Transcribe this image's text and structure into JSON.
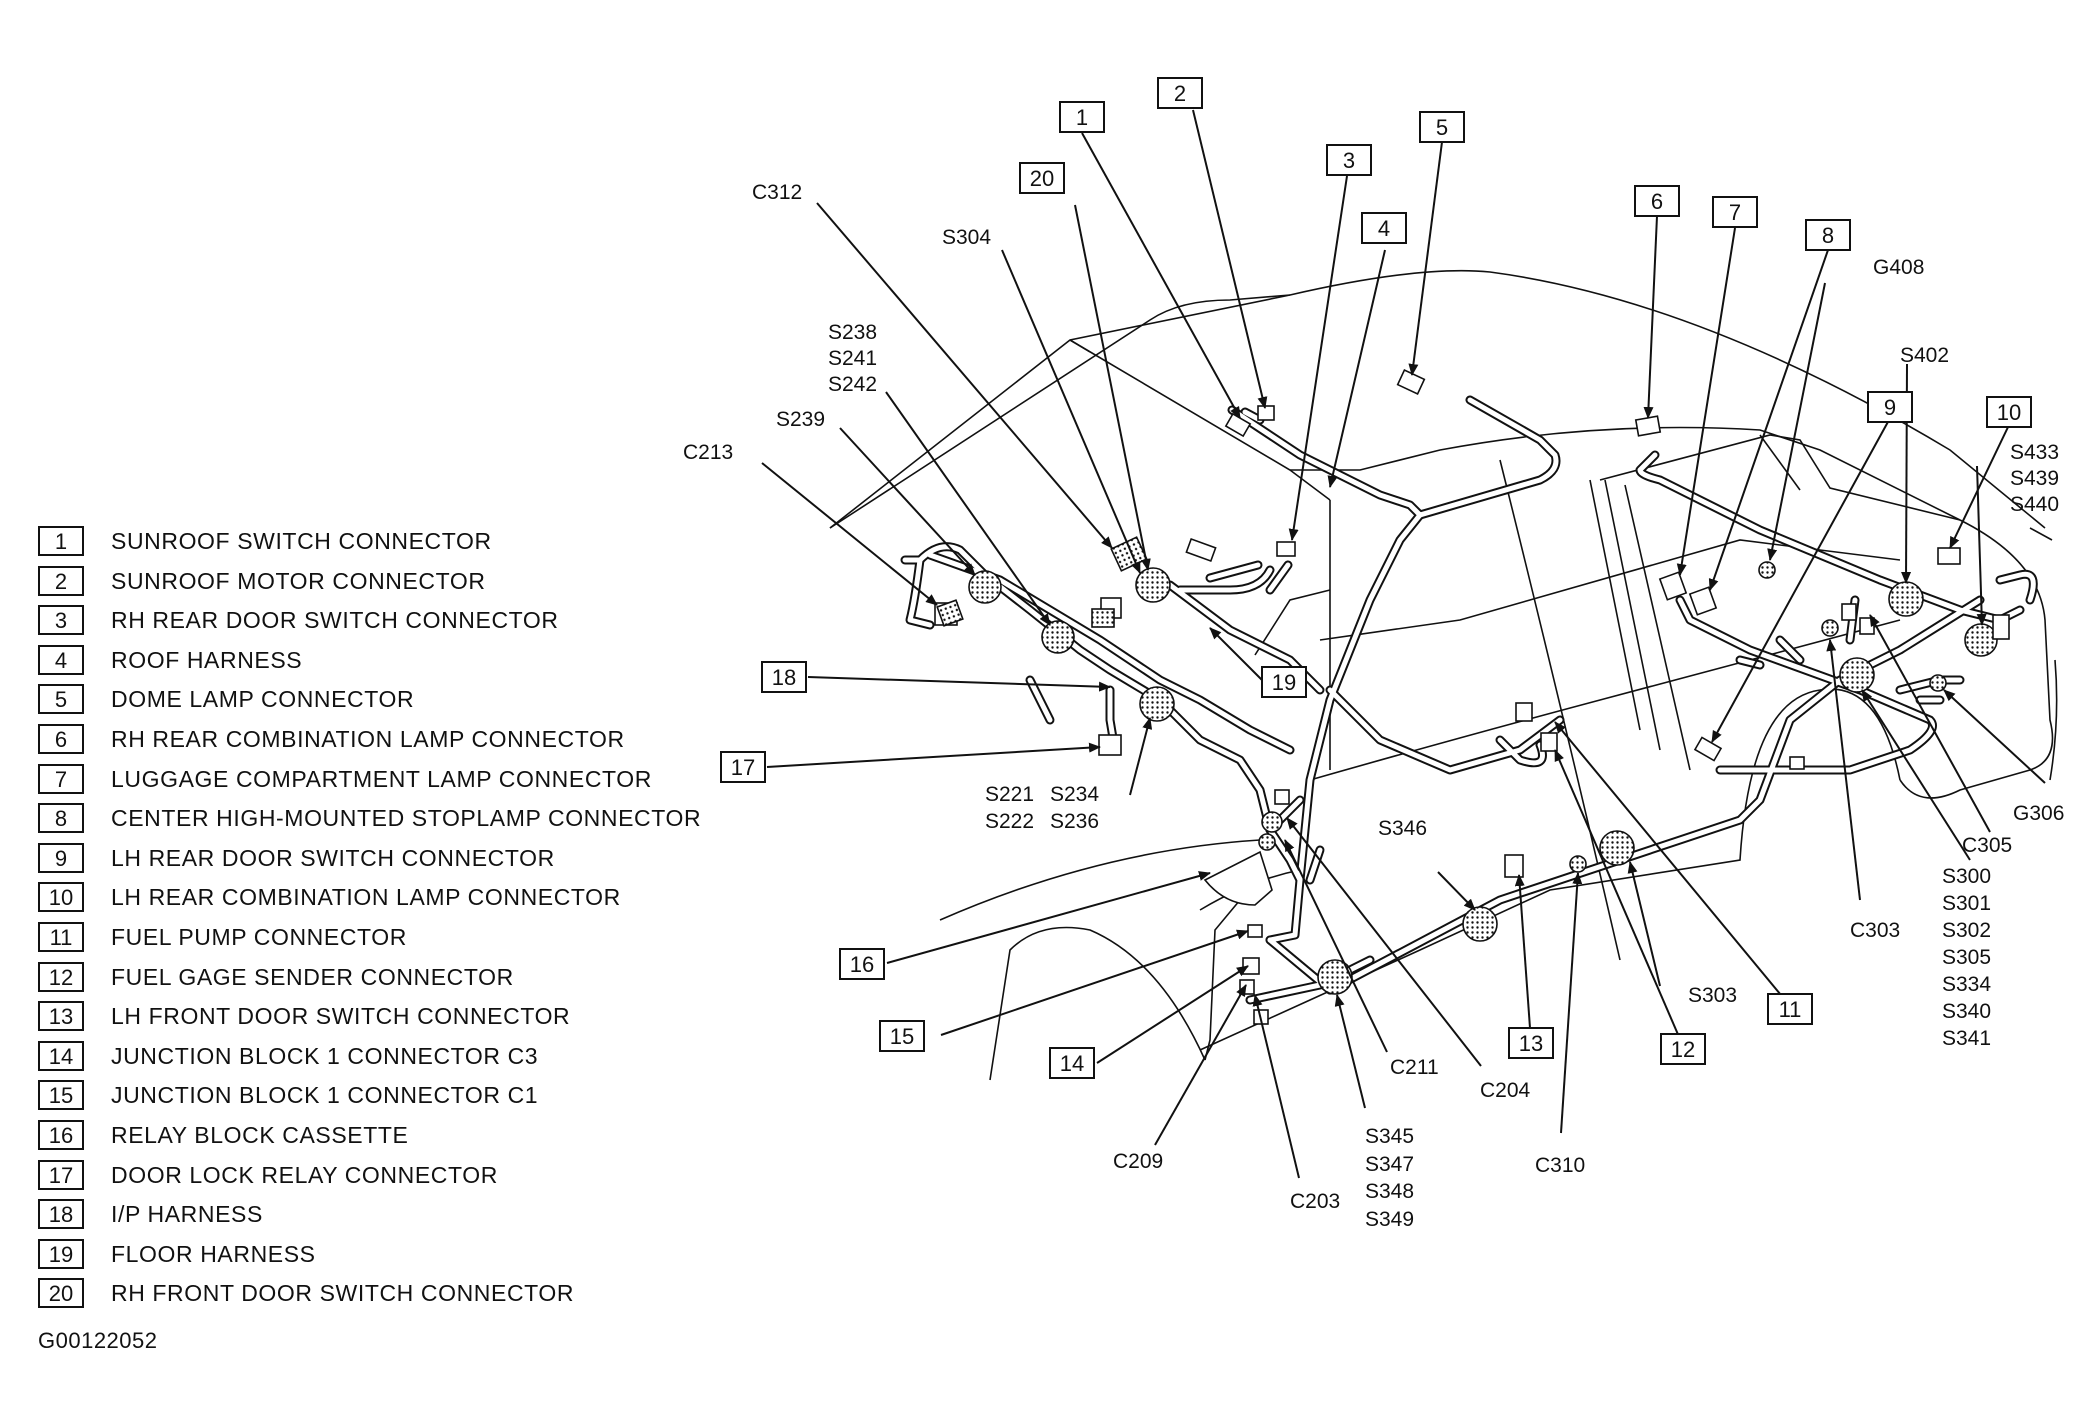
{
  "legend": [
    {
      "num": "1",
      "label": "SUNROOF SWITCH CONNECTOR"
    },
    {
      "num": "2",
      "label": "SUNROOF MOTOR CONNECTOR"
    },
    {
      "num": "3",
      "label": "RH REAR DOOR SWITCH CONNECTOR"
    },
    {
      "num": "4",
      "label": "ROOF HARNESS"
    },
    {
      "num": "5",
      "label": "DOME LAMP CONNECTOR"
    },
    {
      "num": "6",
      "label": "RH REAR COMBINATION LAMP CONNECTOR"
    },
    {
      "num": "7",
      "label": "LUGGAGE COMPARTMENT LAMP CONNECTOR"
    },
    {
      "num": "8",
      "label": "CENTER HIGH-MOUNTED STOPLAMP CONNECTOR"
    },
    {
      "num": "9",
      "label": "LH REAR DOOR SWITCH CONNECTOR"
    },
    {
      "num": "10",
      "label": "LH REAR COMBINATION LAMP CONNECTOR"
    },
    {
      "num": "11",
      "label": "FUEL PUMP CONNECTOR"
    },
    {
      "num": "12",
      "label": "FUEL GAGE SENDER CONNECTOR"
    },
    {
      "num": "13",
      "label": "LH FRONT DOOR SWITCH CONNECTOR"
    },
    {
      "num": "14",
      "label": "JUNCTION BLOCK 1 CONNECTOR C3"
    },
    {
      "num": "15",
      "label": "JUNCTION BLOCK 1 CONNECTOR C1"
    },
    {
      "num": "16",
      "label": "RELAY BLOCK CASSETTE"
    },
    {
      "num": "17",
      "label": "DOOR LOCK RELAY CONNECTOR"
    },
    {
      "num": "18",
      "label": "I/P HARNESS"
    },
    {
      "num": "19",
      "label": "FLOOR HARNESS"
    },
    {
      "num": "20",
      "label": "RH FRONT DOOR SWITCH CONNECTOR"
    }
  ],
  "callout_numbers": [
    "1",
    "2",
    "3",
    "4",
    "5",
    "6",
    "7",
    "8",
    "9",
    "10",
    "11",
    "12",
    "13",
    "14",
    "15",
    "16",
    "17",
    "18",
    "19",
    "20"
  ],
  "labels": {
    "c312": "C312",
    "s304": "S304",
    "s238": "S238",
    "s241": "S241",
    "s242": "S242",
    "s239": "S239",
    "c213": "C213",
    "g408": "G408",
    "s402": "S402",
    "s433": "S433",
    "s439": "S439",
    "s440": "S440",
    "s221": "S221",
    "s222": "S222",
    "s234": "S234",
    "s236": "S236",
    "s346": "S346",
    "g306": "G306",
    "c305": "C305",
    "c303": "C303",
    "s300": "S300",
    "s301": "S301",
    "s302": "S302",
    "s305": "S305",
    "s334": "S334",
    "s340": "S340",
    "s341": "S341",
    "s303": "S303",
    "c211": "C211",
    "c204": "C204",
    "c310": "C310",
    "c209": "C209",
    "c203": "C203",
    "s345": "S345",
    "s347": "S347",
    "s348": "S348",
    "s349": "S349"
  },
  "figure_id": "G00122052"
}
